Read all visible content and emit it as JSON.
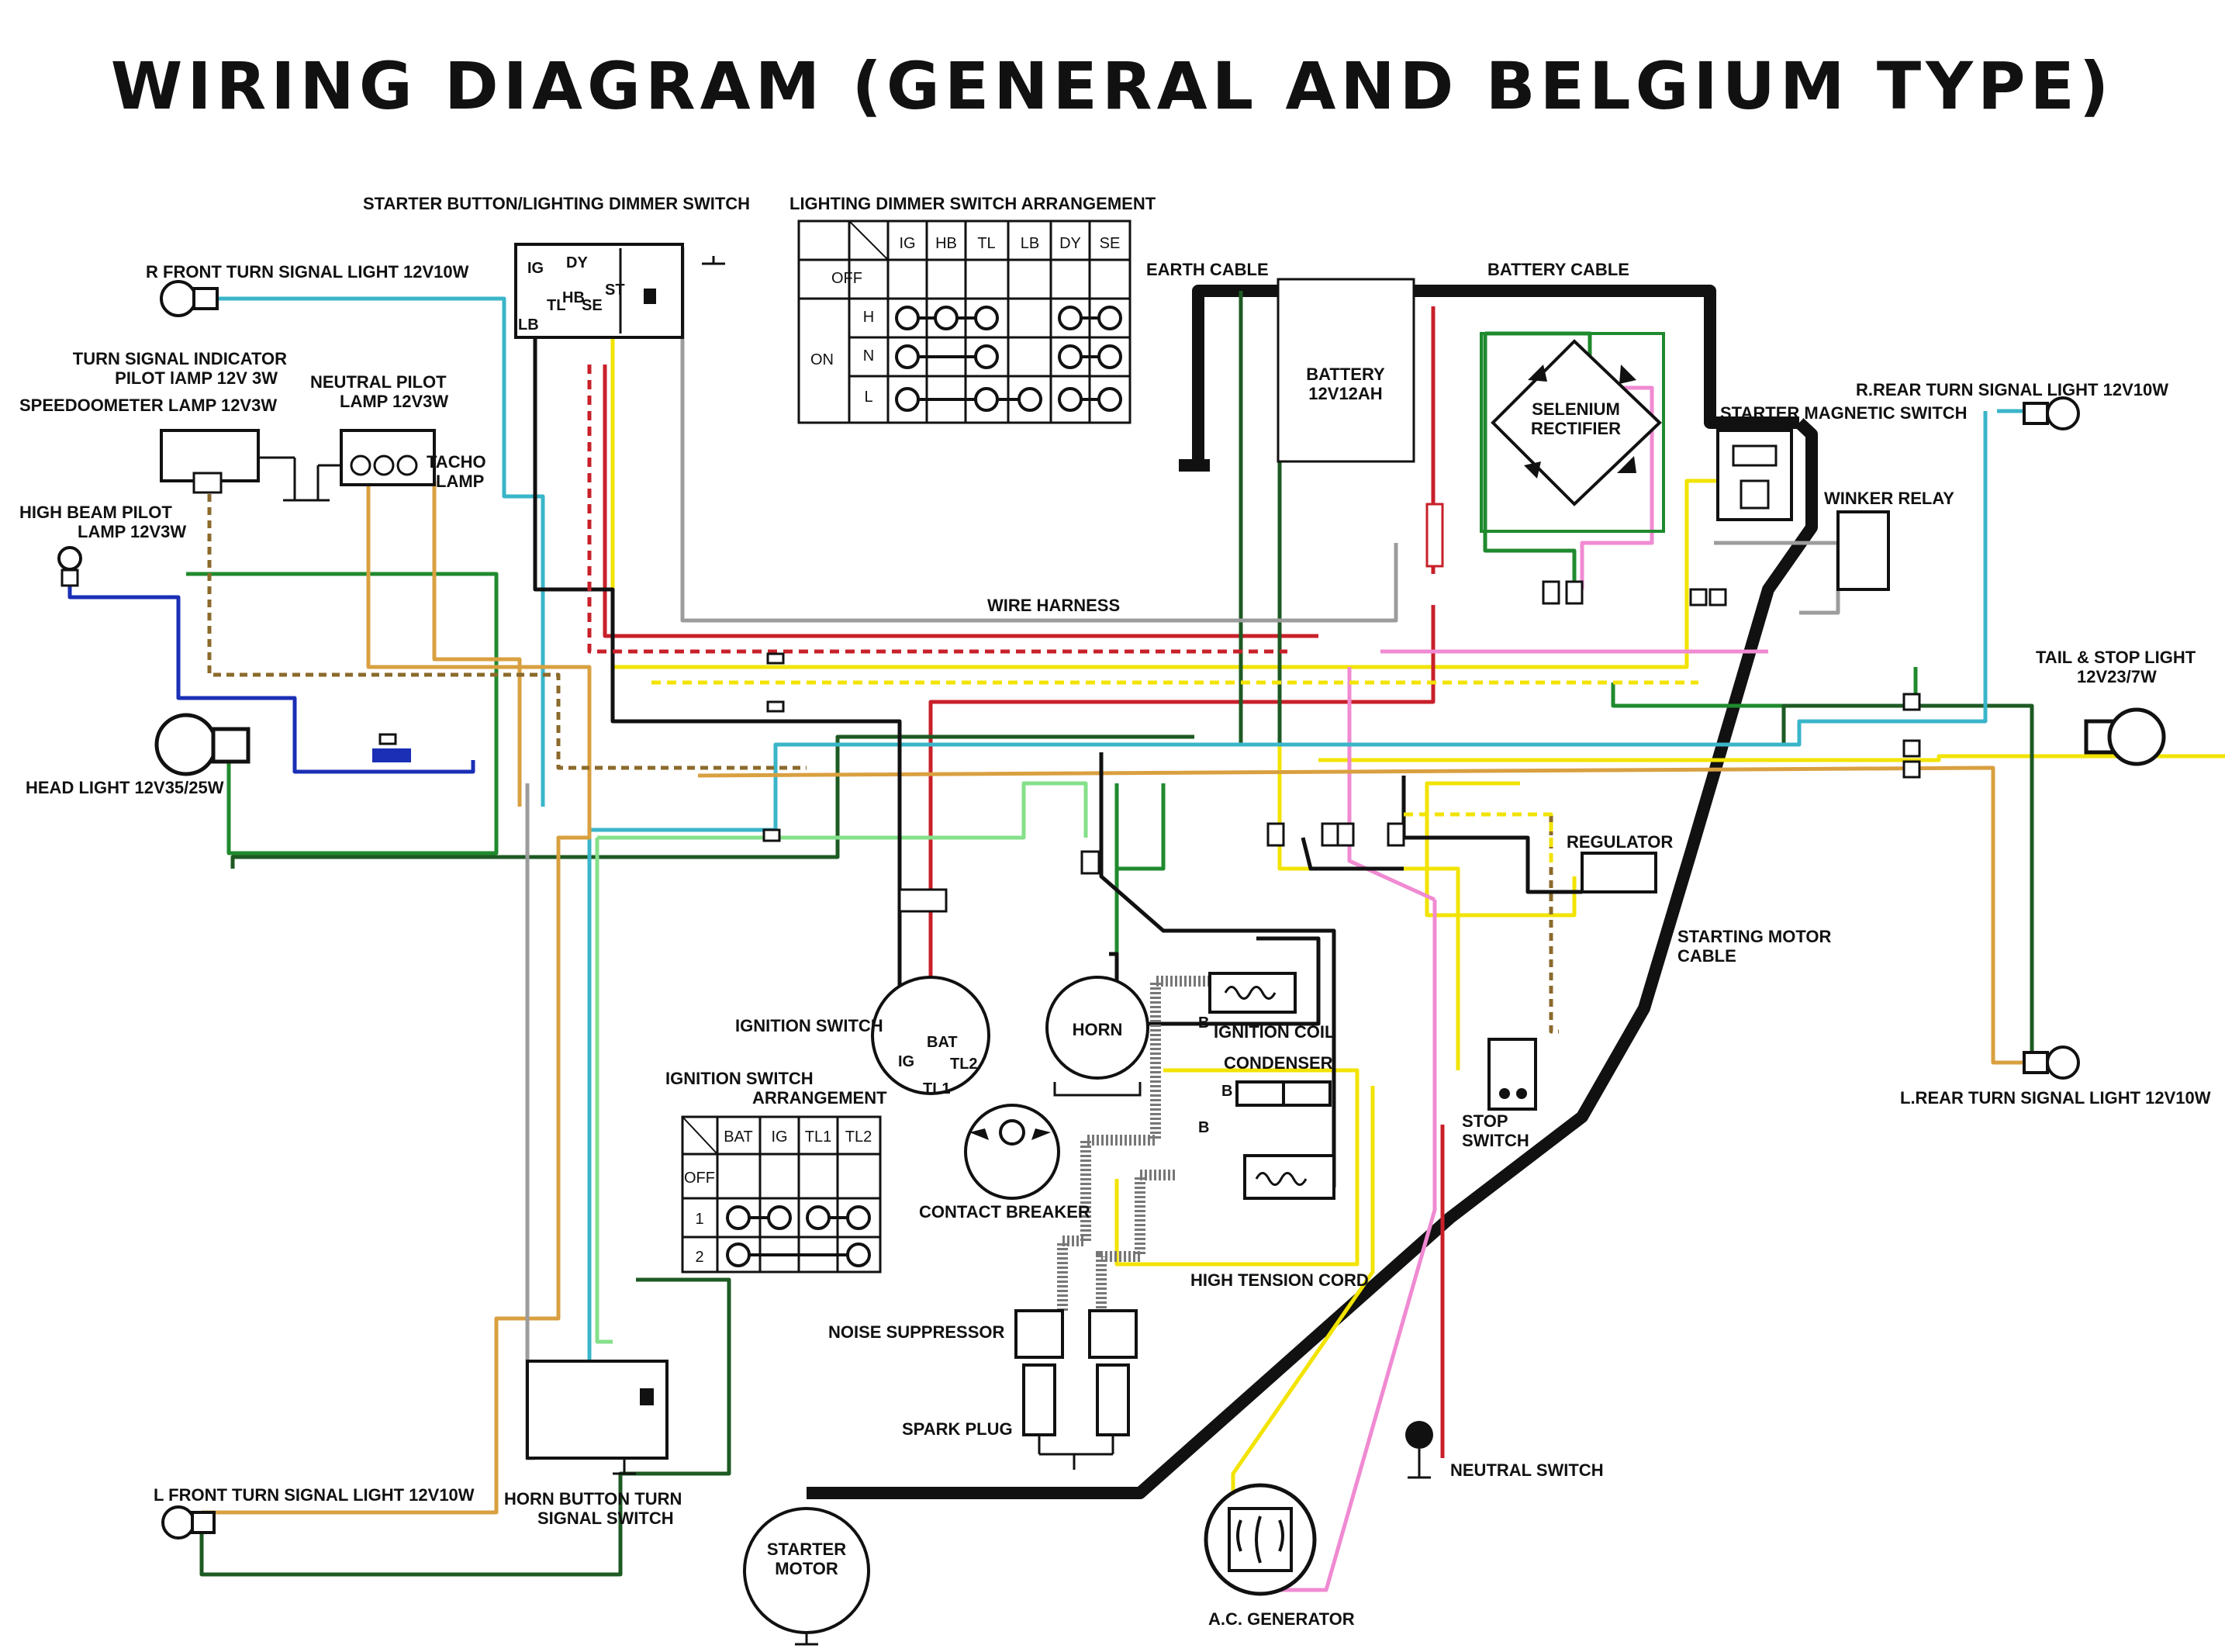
{
  "title": "WIRING DIAGRAM (GENERAL AND BELGIUM TYPE)",
  "labels": {
    "starter_button": "STARTER BUTTON/LIGHTING DIMMER SWITCH",
    "dimmer_arrangement": "LIGHTING DIMMER SWITCH ARRANGEMENT",
    "r_front_turn": "R FRONT TURN SIGNAL LIGHT 12V10W",
    "turn_indicator_1": "TURN SIGNAL INDICATOR",
    "turn_indicator_2": "PILOT lAMP 12V 3W",
    "neutral_pilot_1": "NEUTRAL PILOT",
    "neutral_pilot_2": "LAMP 12V3W",
    "speedometer": "SPEEDOOMETER LAMP 12V3W",
    "tacho_1": "TACHO",
    "tacho_2": "LAMP",
    "high_beam_1": "HIGH BEAM PILOT",
    "high_beam_2": "LAMP 12V3W",
    "head_light": "HEAD LIGHT 12V35/25W",
    "earth_cable": "EARTH CABLE",
    "battery_cable": "BATTERY CABLE",
    "battery_1": "BATTERY",
    "battery_2": "12V12AH",
    "rectifier_1": "SELENIUM",
    "rectifier_2": "RECTIFIER",
    "starter_magnetic": "STARTER MAGNETIC SWITCH",
    "r_rear_turn": "R.REAR TURN SIGNAL LIGHT 12V10W",
    "winker_relay": "WINKER RELAY",
    "wire_harness": "WIRE HARNESS",
    "tail_stop_1": "TAIL & STOP LIGHT",
    "tail_stop_2": "12V23/7W",
    "regulator": "REGULATOR",
    "starting_motor_cable_1": "STARTING MOTOR",
    "starting_motor_cable_2": "CABLE",
    "l_rear_turn": "L.REAR TURN SIGNAL LIGHT 12V10W",
    "ignition_switch": "IGNITION SWITCH",
    "horn": "HORN",
    "ignition_coil": "IGNITION COIL",
    "condenser": "CONDENSER",
    "ign_arrangement_1": "IGNITION SWITCH",
    "ign_arrangement_2": "ARRANGEMENT",
    "contact_breaker": "CONTACT BREAKER",
    "stop_switch_1": "STOP",
    "stop_switch_2": "SWITCH",
    "high_tension": "HIGH TENSION CORD",
    "noise_suppressor": "NOISE SUPPRESSOR",
    "spark_plug": "SPARK PLUG",
    "neutral_switch": "NEUTRAL SWITCH",
    "l_front_turn": "L FRONT TURN SIGNAL LIGHT 12V10W",
    "horn_button_1": "HORN BUTTON TURN",
    "horn_button_2": "SIGNAL SWITCH",
    "starter_motor_1": "STARTER",
    "starter_motor_2": "MOTOR",
    "ac_generator": "A.C. GENERATOR"
  },
  "dimmer_table": {
    "columns": [
      "IG",
      "HB",
      "TL",
      "LB",
      "DY",
      "SE"
    ],
    "off_label": "OFF",
    "on_label": "ON",
    "rows": [
      "H",
      "N",
      "L"
    ]
  },
  "ign_table": {
    "columns": [
      "BAT",
      "IG",
      "TL1",
      "TL2"
    ],
    "rows": [
      "OFF",
      "1",
      "2"
    ]
  },
  "terminals": {
    "starter_switch": [
      "IG",
      "DY",
      "ST",
      "LB",
      "TL",
      "HB",
      "SE"
    ],
    "ignition_switch": [
      "IG",
      "BAT",
      "TL2",
      "TL1"
    ],
    "coil_b": "B"
  },
  "colors": {
    "yellow": "#f2e300",
    "green": "#1f8a2e",
    "dark_green": "#1d5a23",
    "light_blue": "#3ab5c9",
    "blue": "#1a2fb5",
    "orange": "#d9a040",
    "red": "#c8202a",
    "pink": "#f08ad2",
    "light_green": "#84e08a",
    "grey": "#9c9c9c",
    "brown": "#8b6a2b",
    "black": "#111111"
  }
}
